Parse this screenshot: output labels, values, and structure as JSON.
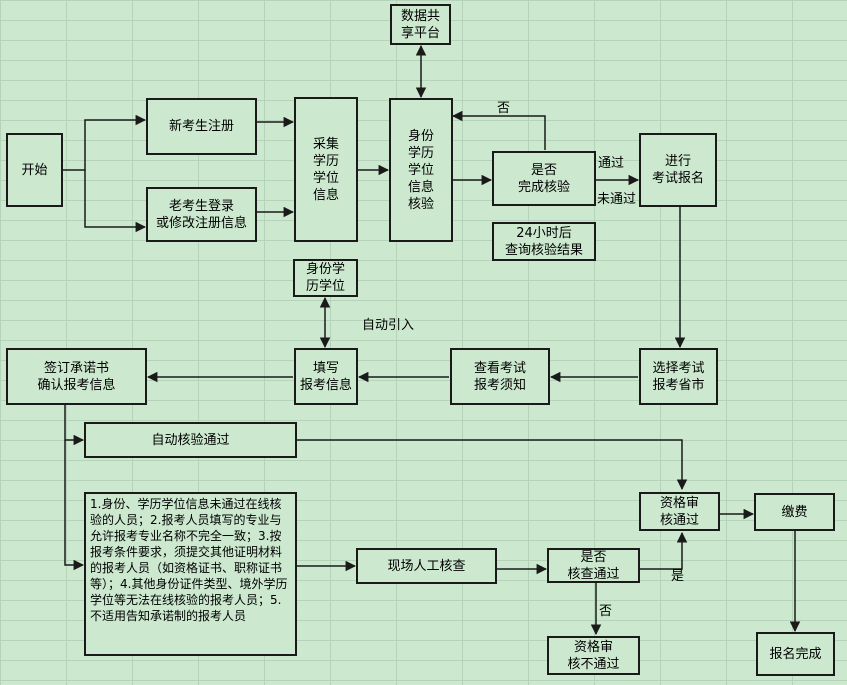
{
  "nodes": {
    "start": "开始",
    "new_register": "新考生注册",
    "old_login": "老考生登录\n或修改注册信息",
    "collect": "采集\n学历\n学位\n信息",
    "verify": "身份\n学历\n学位\n信息\n核验",
    "platform": "数据共\n享平台",
    "done_check": "是否\n完成核验",
    "wait_24h": "24小时后\n查询核验结果",
    "apply": "进行\n考试报名",
    "id_edu": "身份学\n历学位",
    "sign": "签订承诺书\n确认报考信息",
    "fill": "填写\n报考信息",
    "view_notice": "查看考试\n报考须知",
    "select_city": "选择考试\n报考省市",
    "auto_pass": "自动核验通过",
    "manual_conditions": "1.身份、学历学位信息未通过在线核验的人员；2.报考人员填写的专业与允许报考专业名称不完全一致；3.按报考条件要求，须提交其他证明材料的报考人员（如资格证书、职称证书等）；4.其他身份证件类型、境外学历学位等无法在线核验的报考人员；5.不适用告知承诺制的报考人员",
    "onsite": "现场人工核查",
    "onsite_pass": "是否\n核查通过",
    "qual_pass": "资格审\n核通过",
    "qual_fail": "资格审\n核不通过",
    "pay": "缴费",
    "finish": "报名完成"
  },
  "labels": {
    "no_top": "否",
    "pass": "通过",
    "not_pass": "未通过",
    "auto_import": "自动引入",
    "yes": "是",
    "no_bottom": "否"
  },
  "colors": {
    "background": "#cce8cf",
    "grid": "#b5d3b8",
    "line": "#1a1a1a"
  }
}
